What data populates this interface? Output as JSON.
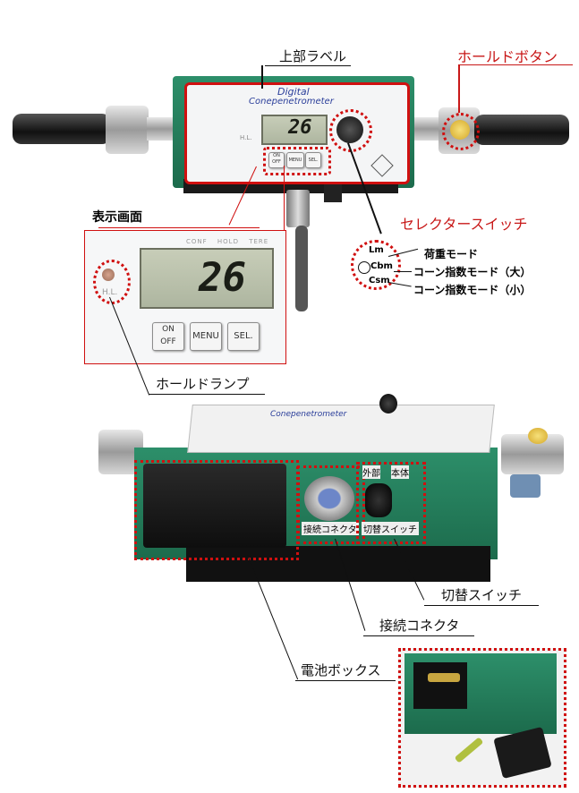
{
  "labels": {
    "top_label": "上部ラベル",
    "hold_button": "ホールドボタン",
    "selector_switch": "セレクタースイッチ",
    "display_screen": "表示画面",
    "hold_lamp": "ホールドランプ",
    "switch": "切替スイッチ",
    "connector": "接続コネクタ",
    "battery_box": "電池ボックス"
  },
  "device": {
    "brand_line1": "Digital",
    "brand_line2": "Conepenetrometer",
    "lcd_value": "26",
    "hl": "H.L.",
    "btn_on": "ON",
    "btn_off": "OFF",
    "btn_menu": "MENU",
    "btn_sel": "SEL.",
    "tabs": [
      "CONF",
      "HOLD",
      "TERE"
    ]
  },
  "selector_modes": [
    {
      "code": "Lm",
      "desc": "荷重モード"
    },
    {
      "code": "Cbm",
      "desc": "コーン指数モード（大）"
    },
    {
      "code": "Csm",
      "desc": "コーン指数モード（小）"
    }
  ],
  "lower_device": {
    "title": "Conepenetrometer",
    "connector_label": "接続コネクタ",
    "switch_label": "切替スイッチ",
    "switch_left": "外部",
    "switch_right": "本体"
  },
  "colors": {
    "accent_red": "#d01010",
    "device_green": "#1f7a56"
  }
}
